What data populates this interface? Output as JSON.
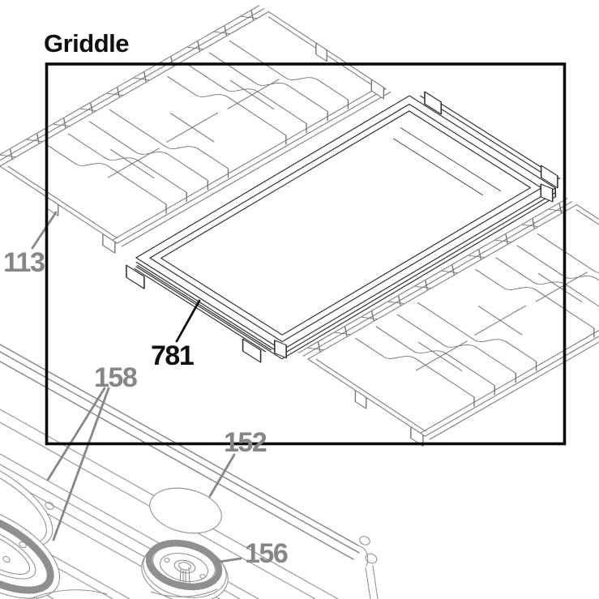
{
  "diagram": {
    "title": "Griddle",
    "part_labels": [
      {
        "id": "113",
        "text": "113",
        "style": "gray",
        "points_to": "left burner grate"
      },
      {
        "id": "781",
        "text": "781",
        "style": "black",
        "points_to": "griddle"
      },
      {
        "id": "158",
        "text": "158",
        "style": "gray",
        "points_to": "oval burner assembly"
      },
      {
        "id": "152",
        "text": "152",
        "style": "gray",
        "points_to": "round burner cap"
      },
      {
        "id": "156",
        "text": "156",
        "style": "gray",
        "points_to": "round burner head"
      }
    ],
    "colors": {
      "background": "#ffffff",
      "frame_ink": "#0a0a0a",
      "label_black": "#101010",
      "label_gray": "#878787",
      "grate_line": "#757575",
      "cooktop_line": "#8f8f8f",
      "griddle_line": "#2e2e2e"
    }
  }
}
